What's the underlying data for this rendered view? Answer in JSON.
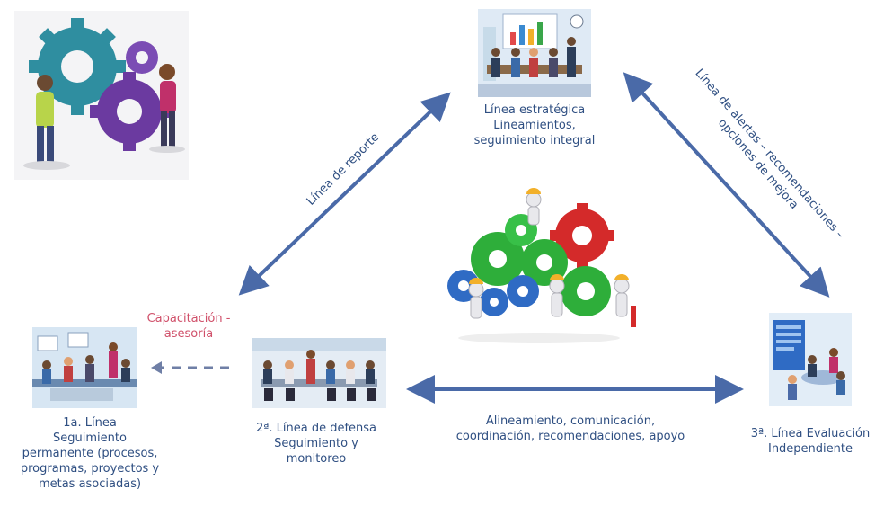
{
  "nodes": {
    "strategic": {
      "line1": "Línea estratégica",
      "line2": "Lineamientos,",
      "line3": "seguimiento integral"
    },
    "first": {
      "line1": "1a. Línea",
      "line2": "Seguimiento",
      "line3": "permanente (procesos,",
      "line4": "programas, proyectos y",
      "line5": "metas asociadas)"
    },
    "second": {
      "line1": "2ª. Línea de defensa",
      "line2": "Seguimiento y",
      "line3": "monitoreo"
    },
    "third": {
      "line1": "3ª. Línea Evaluación",
      "line2": "Independiente"
    }
  },
  "edges": {
    "report": "Línea de reporte",
    "alerts": {
      "line1": "Línea de alertas – recomendaciones –",
      "line2": "opciones de mejora"
    },
    "training": {
      "line1": "Capacitación -",
      "line2": "asesoría"
    },
    "alignment": {
      "line1": "Alineamiento, comunicación,",
      "line2": "coordinación, recomendaciones, apoyo"
    }
  },
  "colors": {
    "arrow": "#4a6aa8",
    "text": "#2f4f82",
    "training_text": "#d0506a",
    "gear_green": "#2eae3a",
    "gear_red": "#d42a2a",
    "gear_blue": "#2f6bc4",
    "gear_teal": "#2f8ea0",
    "gear_purple": "#6b3aa0"
  }
}
